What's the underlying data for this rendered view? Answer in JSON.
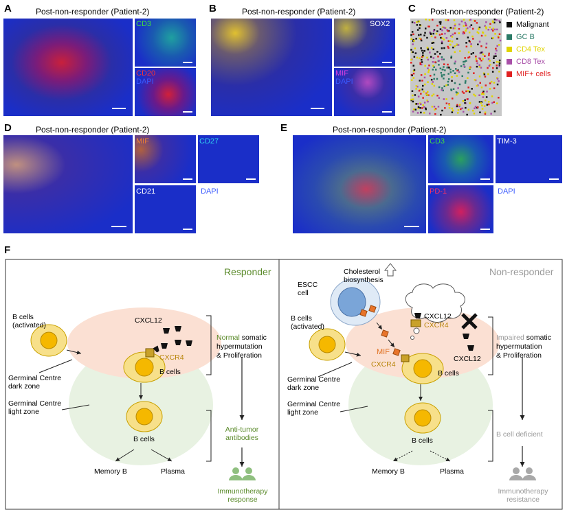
{
  "panels": {
    "A": {
      "label": "A",
      "title": "Post-non-responder (Patient-2)",
      "stain1": "CD3",
      "stain2a": "CD20",
      "stain2b": "DAPI"
    },
    "B": {
      "label": "B",
      "title": "Post-non-responder (Patient-2)",
      "stain1": "SOX2",
      "stain2a": "MIF",
      "stain2b": "DAPI"
    },
    "C": {
      "label": "C",
      "title": "Post-non-responder (Patient-2)",
      "legend": [
        {
          "name": "Malignant",
          "color": "#111111"
        },
        {
          "name": "GC B",
          "color": "#2a7a66"
        },
        {
          "name": "CD4 Tex",
          "color": "#e0d400"
        },
        {
          "name": "CD8 Tex",
          "color": "#a84fa8"
        },
        {
          "name": "MIF+ cells",
          "color": "#e02020"
        }
      ]
    },
    "D": {
      "label": "D",
      "title": "Post-non-responder (Patient-2)",
      "mif": "MIF",
      "cd27": "CD27",
      "cd21": "CD21",
      "dapi": "DAPI"
    },
    "E": {
      "label": "E",
      "title": "Post-non-responder (Patient-2)",
      "cd3": "CD3",
      "tim3": "TIM-3",
      "pd1": "PD-1",
      "dapi": "DAPI"
    },
    "F": {
      "label": "F",
      "responder": {
        "title": "Responder",
        "b_activated": "B cells\n(activated)",
        "cxcl12": "CXCL12",
        "cxcr4": "CXCR4",
        "b_cells_dark": "B cells",
        "gc_dark": "Germinal Centre\ndark zone",
        "gc_light": "Germinal Centre\nlight zone",
        "b_cells_light": "B cells",
        "memory_b": "Memory B",
        "plasma": "Plasma",
        "normal": "Normal",
        "somatic": " somatic",
        "hyper": "hypermutation",
        "prolif": "& Proliferation",
        "antitumor": "Anti-tumor\nantibodies",
        "response": "Immunotherapy\nresponse"
      },
      "nonresponder": {
        "title": "Non-responder",
        "cholesterol": "Cholesterol\nbiosynthesis",
        "escc": "ESCC\ncell",
        "b_activated": "B cells\n(activated)",
        "cloud_cxcl12": "CXCL12",
        "cloud_cxcr4": "CXCR4",
        "mif": "MIF",
        "cxcr4": "CXCR4",
        "b_cells_dark": "B cells",
        "cxcl12": "CXCL12",
        "gc_dark": "Germinal Centre\ndark zone",
        "gc_light": "Germinal Centre\nlight zone",
        "b_cells_light": "B cells",
        "memory_b": "Memory B",
        "plasma": "Plasma",
        "impaired": "Impaired",
        "somatic": " somatic",
        "hyper": "hypermutation",
        "prolif": "& Proliferation",
        "deficient": "B cell deficient",
        "resistance": "Immunotherapy\nresistance"
      }
    }
  },
  "colors": {
    "green": "#5a8a2a",
    "gray": "#9a9a9a",
    "cxcr4": "#b8860b",
    "mif": "#e07020",
    "blue_img": "#1a2ec8"
  }
}
